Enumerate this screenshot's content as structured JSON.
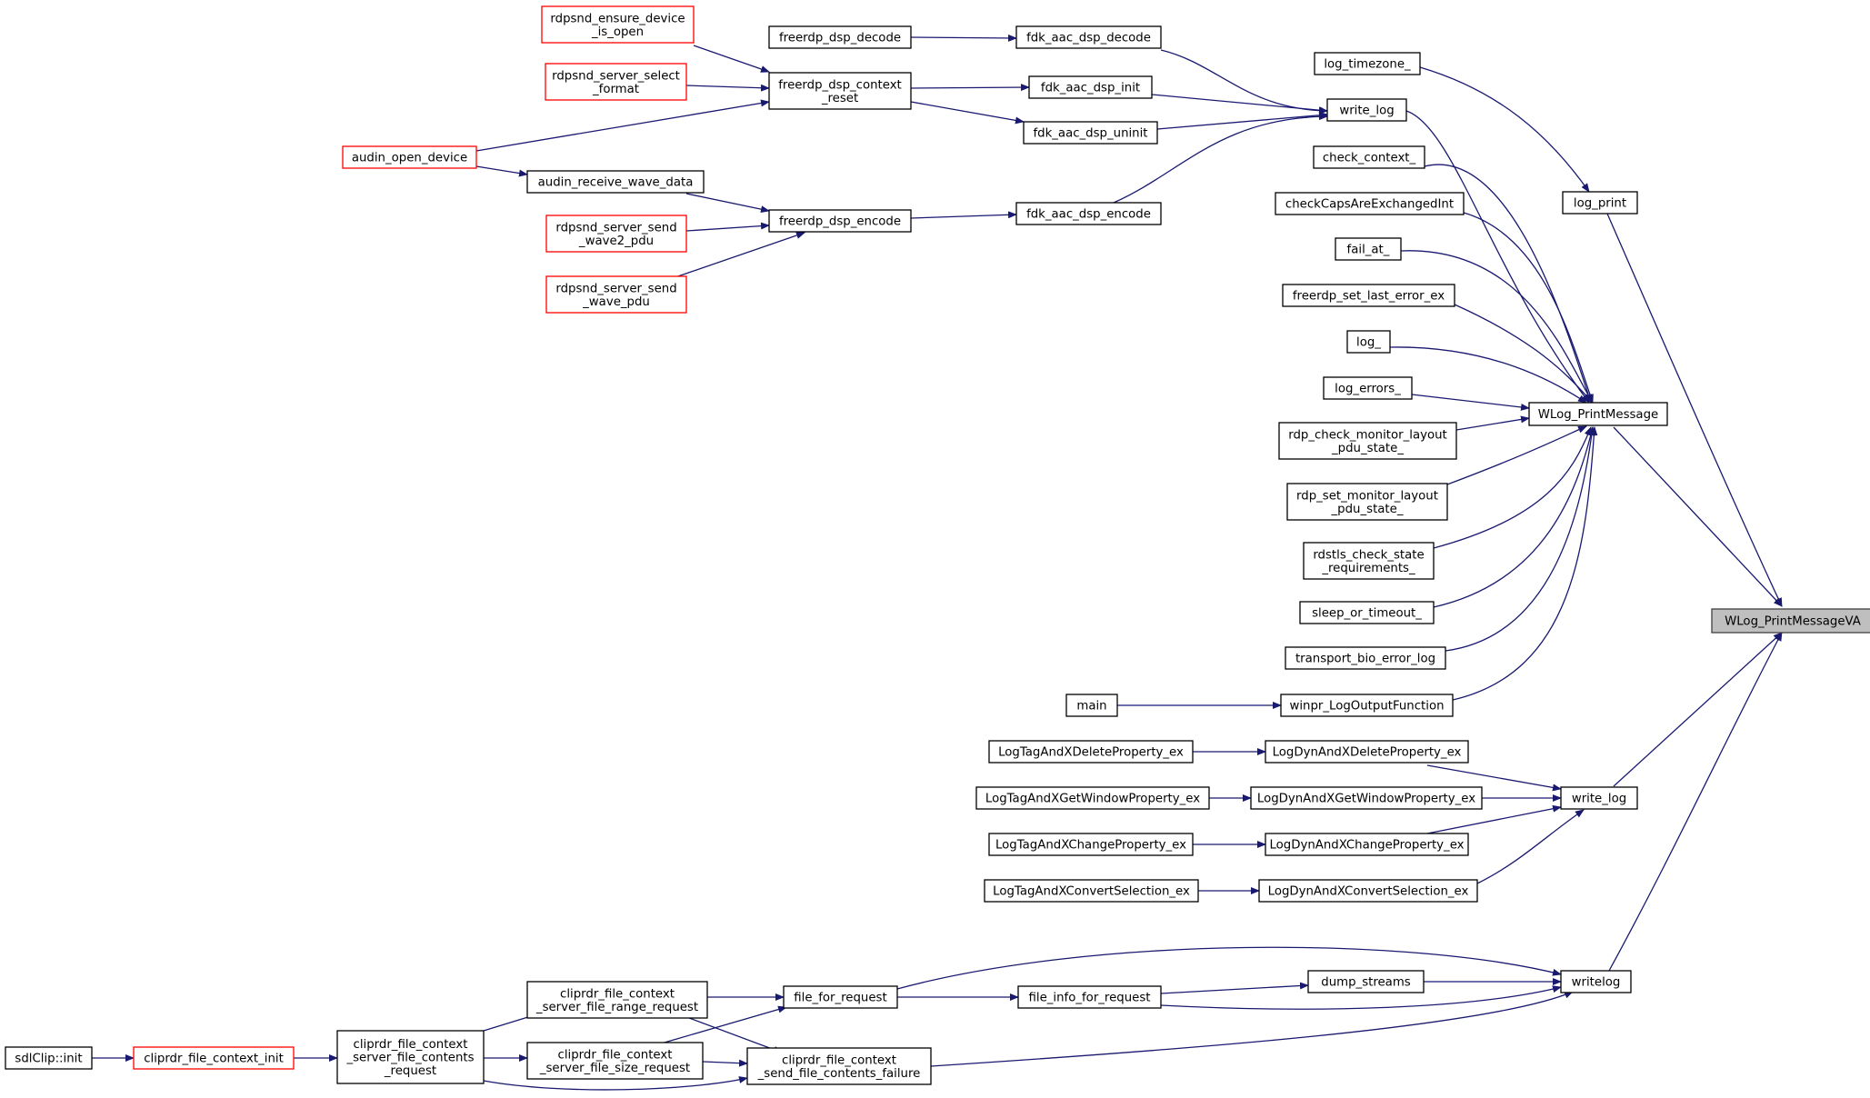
{
  "colors": {
    "edge": "#191970",
    "normal_border": "#000000",
    "truncated_border": "#ff0000",
    "focus_fill": "#bfbfbf",
    "background": "#ffffff"
  },
  "nodes": [
    {
      "id": "wlog_printmessageva",
      "lines": [
        "WLog_PrintMessageVA"
      ],
      "style": "focus"
    },
    {
      "id": "log_print",
      "lines": [
        "log_print"
      ],
      "style": "normal"
    },
    {
      "id": "wlog_printmessage",
      "lines": [
        "WLog_PrintMessage"
      ],
      "style": "normal"
    },
    {
      "id": "write_log_b",
      "lines": [
        "write_log"
      ],
      "style": "normal"
    },
    {
      "id": "writelog",
      "lines": [
        "writelog"
      ],
      "style": "normal"
    },
    {
      "id": "log_timezone",
      "lines": [
        "log_timezone_"
      ],
      "style": "normal"
    },
    {
      "id": "write_log_a",
      "lines": [
        "write_log"
      ],
      "style": "normal"
    },
    {
      "id": "check_context",
      "lines": [
        "check_context_"
      ],
      "style": "normal"
    },
    {
      "id": "checkcaps",
      "lines": [
        "checkCapsAreExchangedInt"
      ],
      "style": "normal"
    },
    {
      "id": "fail_at",
      "lines": [
        "fail_at_"
      ],
      "style": "normal"
    },
    {
      "id": "freerdp_set_last_error_ex",
      "lines": [
        "freerdp_set_last_error_ex"
      ],
      "style": "normal"
    },
    {
      "id": "log_",
      "lines": [
        "log_"
      ],
      "style": "normal"
    },
    {
      "id": "log_errors",
      "lines": [
        "log_errors_"
      ],
      "style": "normal"
    },
    {
      "id": "rdp_check_monitor",
      "lines": [
        "rdp_check_monitor_layout",
        "_pdu_state_"
      ],
      "style": "normal"
    },
    {
      "id": "rdp_set_monitor",
      "lines": [
        "rdp_set_monitor_layout",
        "_pdu_state_"
      ],
      "style": "normal"
    },
    {
      "id": "rdstls_check_state",
      "lines": [
        "rdstls_check_state",
        "_requirements_"
      ],
      "style": "normal"
    },
    {
      "id": "sleep_or_timeout",
      "lines": [
        "sleep_or_timeout_"
      ],
      "style": "normal"
    },
    {
      "id": "transport_bio_error_log",
      "lines": [
        "transport_bio_error_log"
      ],
      "style": "normal"
    },
    {
      "id": "winpr_logoutputfunction",
      "lines": [
        "winpr_LogOutputFunction"
      ],
      "style": "normal"
    },
    {
      "id": "main",
      "lines": [
        "main"
      ],
      "style": "normal"
    },
    {
      "id": "fdk_aac_dsp_decode",
      "lines": [
        "fdk_aac_dsp_decode"
      ],
      "style": "normal"
    },
    {
      "id": "fdk_aac_dsp_init",
      "lines": [
        "fdk_aac_dsp_init"
      ],
      "style": "normal"
    },
    {
      "id": "fdk_aac_dsp_uninit",
      "lines": [
        "fdk_aac_dsp_uninit"
      ],
      "style": "normal"
    },
    {
      "id": "fdk_aac_dsp_encode",
      "lines": [
        "fdk_aac_dsp_encode"
      ],
      "style": "normal"
    },
    {
      "id": "freerdp_dsp_decode",
      "lines": [
        "freerdp_dsp_decode"
      ],
      "style": "normal"
    },
    {
      "id": "freerdp_dsp_context_reset",
      "lines": [
        "freerdp_dsp_context",
        "_reset"
      ],
      "style": "normal"
    },
    {
      "id": "freerdp_dsp_encode",
      "lines": [
        "freerdp_dsp_encode"
      ],
      "style": "normal"
    },
    {
      "id": "rdpsnd_ensure_device",
      "lines": [
        "rdpsnd_ensure_device",
        "_is_open"
      ],
      "style": "truncated"
    },
    {
      "id": "rdpsnd_server_select",
      "lines": [
        "rdpsnd_server_select",
        "_format"
      ],
      "style": "truncated"
    },
    {
      "id": "audin_open_device",
      "lines": [
        "audin_open_device"
      ],
      "style": "truncated"
    },
    {
      "id": "audin_receive_wave_data",
      "lines": [
        "audin_receive_wave_data"
      ],
      "style": "normal"
    },
    {
      "id": "rdpsnd_server_send_wave2",
      "lines": [
        "rdpsnd_server_send",
        "_wave2_pdu"
      ],
      "style": "truncated"
    },
    {
      "id": "rdpsnd_server_send_wave",
      "lines": [
        "rdpsnd_server_send",
        "_wave_pdu"
      ],
      "style": "truncated"
    },
    {
      "id": "logdyn_delete",
      "lines": [
        "LogDynAndXDeleteProperty_ex"
      ],
      "style": "normal"
    },
    {
      "id": "logdyn_getwindow",
      "lines": [
        "LogDynAndXGetWindowProperty_ex"
      ],
      "style": "normal"
    },
    {
      "id": "logdyn_change",
      "lines": [
        "LogDynAndXChangeProperty_ex"
      ],
      "style": "normal"
    },
    {
      "id": "logdyn_convert",
      "lines": [
        "LogDynAndXConvertSelection_ex"
      ],
      "style": "normal"
    },
    {
      "id": "logtag_delete",
      "lines": [
        "LogTagAndXDeleteProperty_ex"
      ],
      "style": "normal"
    },
    {
      "id": "logtag_getwindow",
      "lines": [
        "LogTagAndXGetWindowProperty_ex"
      ],
      "style": "normal"
    },
    {
      "id": "logtag_change",
      "lines": [
        "LogTagAndXChangeProperty_ex"
      ],
      "style": "normal"
    },
    {
      "id": "logtag_convert",
      "lines": [
        "LogTagAndXConvertSelection_ex"
      ],
      "style": "normal"
    },
    {
      "id": "dump_streams",
      "lines": [
        "dump_streams"
      ],
      "style": "normal"
    },
    {
      "id": "file_for_request",
      "lines": [
        "file_for_request"
      ],
      "style": "normal"
    },
    {
      "id": "file_info_for_request",
      "lines": [
        "file_info_for_request"
      ],
      "style": "normal"
    },
    {
      "id": "cliprdr_range",
      "lines": [
        "cliprdr_file_context",
        "_server_file_range_request"
      ],
      "style": "normal"
    },
    {
      "id": "cliprdr_size",
      "lines": [
        "cliprdr_file_context",
        "_server_file_size_request"
      ],
      "style": "normal"
    },
    {
      "id": "cliprdr_failure",
      "lines": [
        "cliprdr_file_context",
        "_send_file_contents_failure"
      ],
      "style": "normal"
    },
    {
      "id": "cliprdr_contents",
      "lines": [
        "cliprdr_file_context",
        "_server_file_contents",
        "_request"
      ],
      "style": "normal"
    },
    {
      "id": "cliprdr_init",
      "lines": [
        "cliprdr_file_context_init"
      ],
      "style": "truncated"
    },
    {
      "id": "sdlclip_init",
      "lines": [
        "sdlClip::init"
      ],
      "style": "normal"
    }
  ]
}
